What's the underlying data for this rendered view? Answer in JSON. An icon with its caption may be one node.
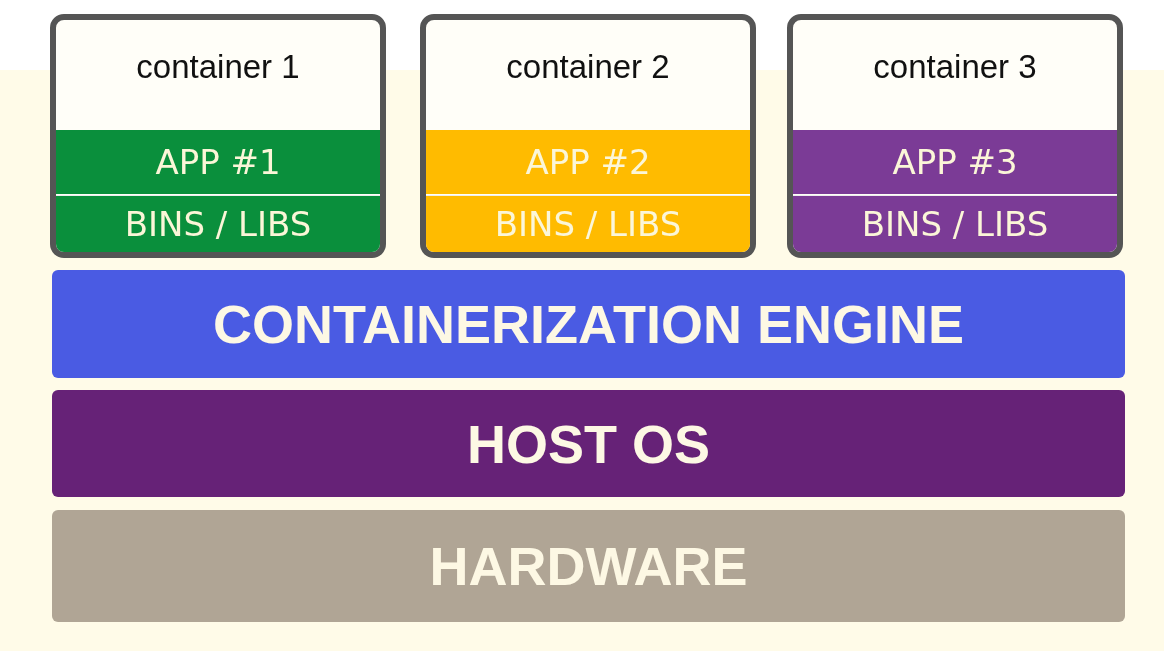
{
  "diagram": {
    "nodes": [
      {
        "text": [
          "container 1"
        ]
      },
      {
        "text": [
          "APP #1"
        ],
        "in": 0
      },
      {
        "text": [
          "BINS / LIBS"
        ],
        "in": 0
      },
      {
        "text": [
          "container 2"
        ]
      },
      {
        "text": [
          "APP #2"
        ],
        "in": 3
      },
      {
        "text": [
          "BINS / LIBS"
        ],
        "in": 3
      },
      {
        "text": [
          "container 3"
        ]
      },
      {
        "text": [
          "APP #3"
        ],
        "in": 6
      },
      {
        "text": [
          "BINS / LIBS"
        ],
        "in": 6
      },
      {
        "text": [
          "CONTAINERIZATION ENGINE"
        ]
      },
      {
        "text": [
          "HOST OS"
        ]
      },
      {
        "text": [
          "HARDWARE"
        ]
      }
    ],
    "edges": []
  }
}
